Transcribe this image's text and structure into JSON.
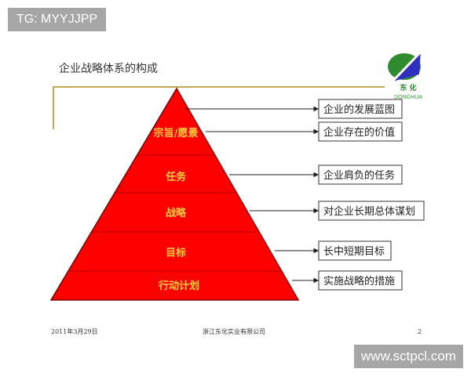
{
  "title": "企业战略体系的构成",
  "logo": {
    "text_cn": "东 化",
    "text_en": "DONGHUA"
  },
  "levels": [
    {
      "label": "宗旨/愿景"
    },
    {
      "label": "任务"
    },
    {
      "label": "战略"
    },
    {
      "label": "目标"
    },
    {
      "label": "行动计划"
    }
  ],
  "descriptions": [
    "企业的发展蓝图",
    "企业存在的价值",
    "企业肩负的任务",
    "对企业长期总体谋划",
    "长中短期目标",
    "实施战略的措施"
  ],
  "footer": {
    "date": "2011年3月29日",
    "company": "浙江东化实业有限公司",
    "page": "2"
  },
  "watermarks": {
    "top_left": "TG: MYYJJPP",
    "bottom_right": "www.sctpcl.com"
  },
  "colors": {
    "pyramid": "#ff0000",
    "label": "#ffd040",
    "accent_line": "#b8a040"
  }
}
